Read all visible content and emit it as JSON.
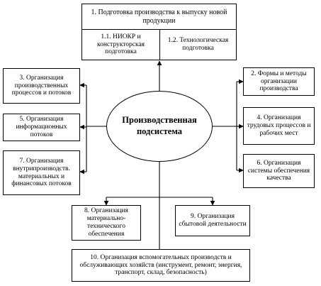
{
  "center": "Производственная\nподсистема",
  "top": {
    "main": "1. Подготовка производства к выпуску новой продукции",
    "sub1": "1.1. НИОКР и конструкторская подготовка",
    "sub2": "1.2. Технологическая подготовка"
  },
  "left": [
    "3. Организация производственных процессов и потоков",
    "5. Организация информационных потоков",
    "7. Организация внутрипроизводств. материальных и финансовых потоков"
  ],
  "right": [
    "2. Формы и методы организации производства",
    "4. Организация трудовых процессов и рабочих мест",
    "6. Организация системы обеспечения качества"
  ],
  "bottom": {
    "b8": "8. Организация материально-технического обеспечения",
    "b9": "9. Организация сбытовой деятельности",
    "b10": "10. Организация вспомогательных производств и обслуживающих хозяйств (инструмент, ремонт, энергия, транспорт, склад, безопасность)"
  }
}
